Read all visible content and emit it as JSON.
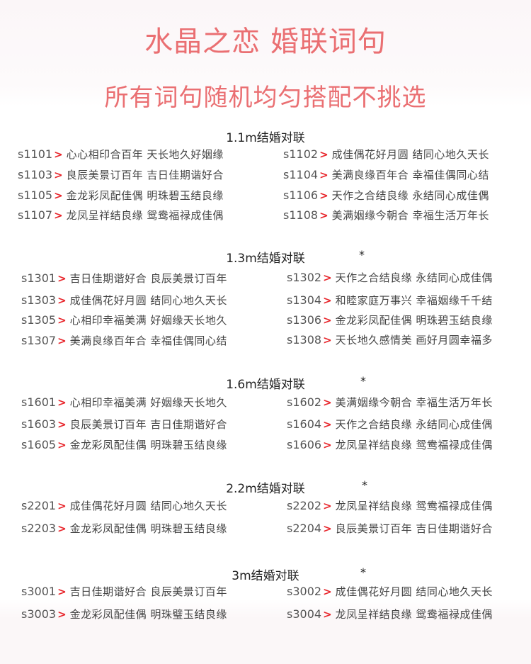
{
  "header": {
    "title": "水晶之恋 婚联词句",
    "subtitle": "所有词句随机均匀搭配不挑选"
  },
  "sections": [
    {
      "title": "1.1m结婚对联",
      "star": "",
      "items": [
        {
          "code": "s1101",
          "text": "心心相印合百年  天长地久好姻缘"
        },
        {
          "code": "s1102",
          "text": "成佳偶花好月圆  结同心地久天长"
        },
        {
          "code": "s1103",
          "text": "良辰美景订百年  吉日佳期谐好合"
        },
        {
          "code": "s1104",
          "text": "美满良缘百年合  幸福佳偶同心结"
        },
        {
          "code": "s1105",
          "text": "金龙彩凤配佳偶  明珠碧玉结良缘"
        },
        {
          "code": "s1106",
          "text": "天作之合结良缘  永结同心成佳偶"
        },
        {
          "code": "s1107",
          "text": "龙凤呈祥结良缘  鸳鸯福禄成佳偶"
        },
        {
          "code": "s1108",
          "text": "美满姻缘今朝合  幸福生活万年长"
        }
      ]
    },
    {
      "title": "1.3m结婚对联",
      "star": "*",
      "items": [
        {
          "code": "s1301",
          "text": "吉日佳期谐好合 良辰美景订百年"
        },
        {
          "code": "s1302",
          "text": "天作之合结良缘  永结同心成佳偶"
        },
        {
          "code": "s1303",
          "text": "成佳偶花好月圆  结同心地久天长"
        },
        {
          "code": "s1304",
          "text": "和睦家庭万事兴  幸福姻缘千千结"
        },
        {
          "code": "s1305",
          "text": "心相印幸福美满  好姻缘天长地久"
        },
        {
          "code": "s1306",
          "text": "金龙彩凤配佳偶  明珠碧玉结良缘"
        },
        {
          "code": "s1307",
          "text": "美满良缘百年合 幸福佳偶同心结"
        },
        {
          "code": "s1308",
          "text": "天长地久感情美   画好月圆幸福多"
        }
      ]
    },
    {
      "title": "1.6m结婚对联",
      "star": "*",
      "items": [
        {
          "code": "s1601",
          "text": "心相印幸福美满  好姻缘天长地久"
        },
        {
          "code": "s1602",
          "text": "美满姻缘今朝合 幸福生活万年长"
        },
        {
          "code": "s1603",
          "text": "良辰美景订百年 吉日佳期谐好合"
        },
        {
          "code": "s1604",
          "text": "天作之合结良缘 永结同心成佳偶"
        },
        {
          "code": "s1605",
          "text": "金龙彩凤配佳偶  明珠碧玉结良缘"
        },
        {
          "code": "s1606",
          "text": "龙凤呈祥结良缘 鸳鸯福禄成佳偶"
        }
      ]
    },
    {
      "title": "2.2m结婚对联",
      "star": "*",
      "items": [
        {
          "code": "s2201",
          "text": "成佳偶花好月圆  结同心地久天长"
        },
        {
          "code": "s2202",
          "text": "龙凤呈祥结良缘  鸳鸯福禄成佳偶"
        },
        {
          "code": "s2203",
          "text": "金龙彩凤配佳偶  明珠碧玉结良缘"
        },
        {
          "code": "s2204",
          "text": "良辰美景订百年  吉日佳期谐好合"
        }
      ]
    },
    {
      "title": "3m结婚对联",
      "star": "*",
      "items": [
        {
          "code": "s3001",
          "text": "吉日佳期谐好合 良辰美景订百年"
        },
        {
          "code": "s3002",
          "text": "成佳偶花好月圆 结同心地久天长"
        },
        {
          "code": "s3003",
          "text": "金龙彩凤配佳偶 明珠璧玉结良缘"
        },
        {
          "code": "s3004",
          "text": "龙凤呈祥结良缘 鸳鸯福禄成佳偶"
        }
      ]
    }
  ],
  "arrow_glyph": ">",
  "colors": {
    "title": "#ea6f72",
    "arrow": "#e8252b",
    "text": "#444444"
  }
}
